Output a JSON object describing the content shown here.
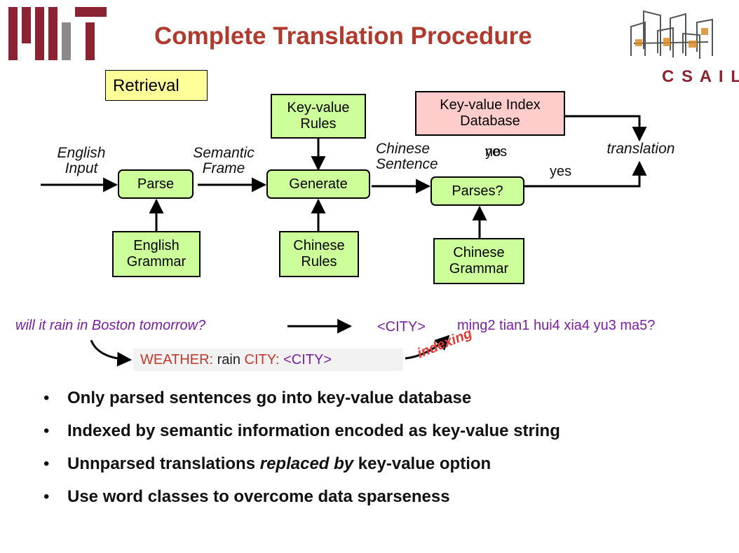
{
  "slide": {
    "title": "Complete Translation Procedure"
  },
  "diagram": {
    "stage_label": "Retrieval",
    "boxes": {
      "parse": "Parse",
      "generate": "Generate",
      "parses_check": "Parses?",
      "english_grammar": "English\nGrammar",
      "keyvalue_rules": "Key-value\nRules",
      "chinese_rules": "Chinese\nRules",
      "chinese_grammar": "Chinese\nGrammar",
      "keyvalue_index_db": "Key-value Index\nDatabase"
    },
    "edge_labels": {
      "english_input": "English\nInput",
      "semantic_frame": "Semantic\nFrame",
      "chinese_sentence": "Chinese\nSentence",
      "no": "no",
      "yes_overlap": "yes",
      "yes": "yes",
      "translation": "translation"
    }
  },
  "example": {
    "english": "will it rain in Boston tomorrow?",
    "city_token": "<CITY>",
    "chinese": "ming2 tian1 hui4 xia4 yu3 ma5?",
    "kv_key1": "WEATHER:",
    "kv_val1": " rain ",
    "kv_key2": "CITY:",
    "kv_val2": " <CITY>",
    "indexing": "indexing"
  },
  "bullets": {
    "b1": "Only parsed sentences go into key-value database",
    "b2": "Indexed by semantic information encoded as key-value string",
    "b3_pre": "Unnparsed translations ",
    "b3_em": "replaced by",
    "b3_post": " key-value option",
    "b4": "Use word classes to overcome data sparseness"
  },
  "colors": {
    "title": "#b03a2e",
    "box_green": "#ccff99",
    "box_pink": "#ffcccc",
    "label_yellow": "#ffff99",
    "example_text": "#7a1fa2",
    "indexing": "#e53935"
  },
  "icons": {
    "mit_logo": "mit-logo-icon",
    "csail_logo": "csail-logo-icon"
  },
  "logos": {
    "csail_text": "C S A I L"
  }
}
